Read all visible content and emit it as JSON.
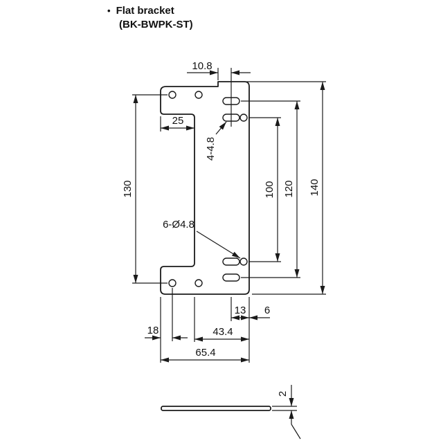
{
  "header": {
    "bullet": "•",
    "title": "Flat bracket",
    "subtitle": "(BK-BWPK-ST)"
  },
  "drawing": {
    "part_name": "flat-bracket-front-view",
    "dimensions": {
      "top_offset": "10.8",
      "top_tab_width": "25",
      "slot_callout": "4-4.8",
      "left_hole_span": "130",
      "inner_hole_span": "100",
      "outer_slot_span": "120",
      "total_height": "140",
      "hole_callout": "6-Ø4.8",
      "slot_to_edge": "13",
      "hole_to_edge": "6",
      "bottom_left_offset": "18",
      "bottom_right_width": "43.4",
      "total_width": "65.4",
      "thickness": "2"
    },
    "colors": {
      "line": "#1a1a1a",
      "background": "#ffffff"
    }
  }
}
